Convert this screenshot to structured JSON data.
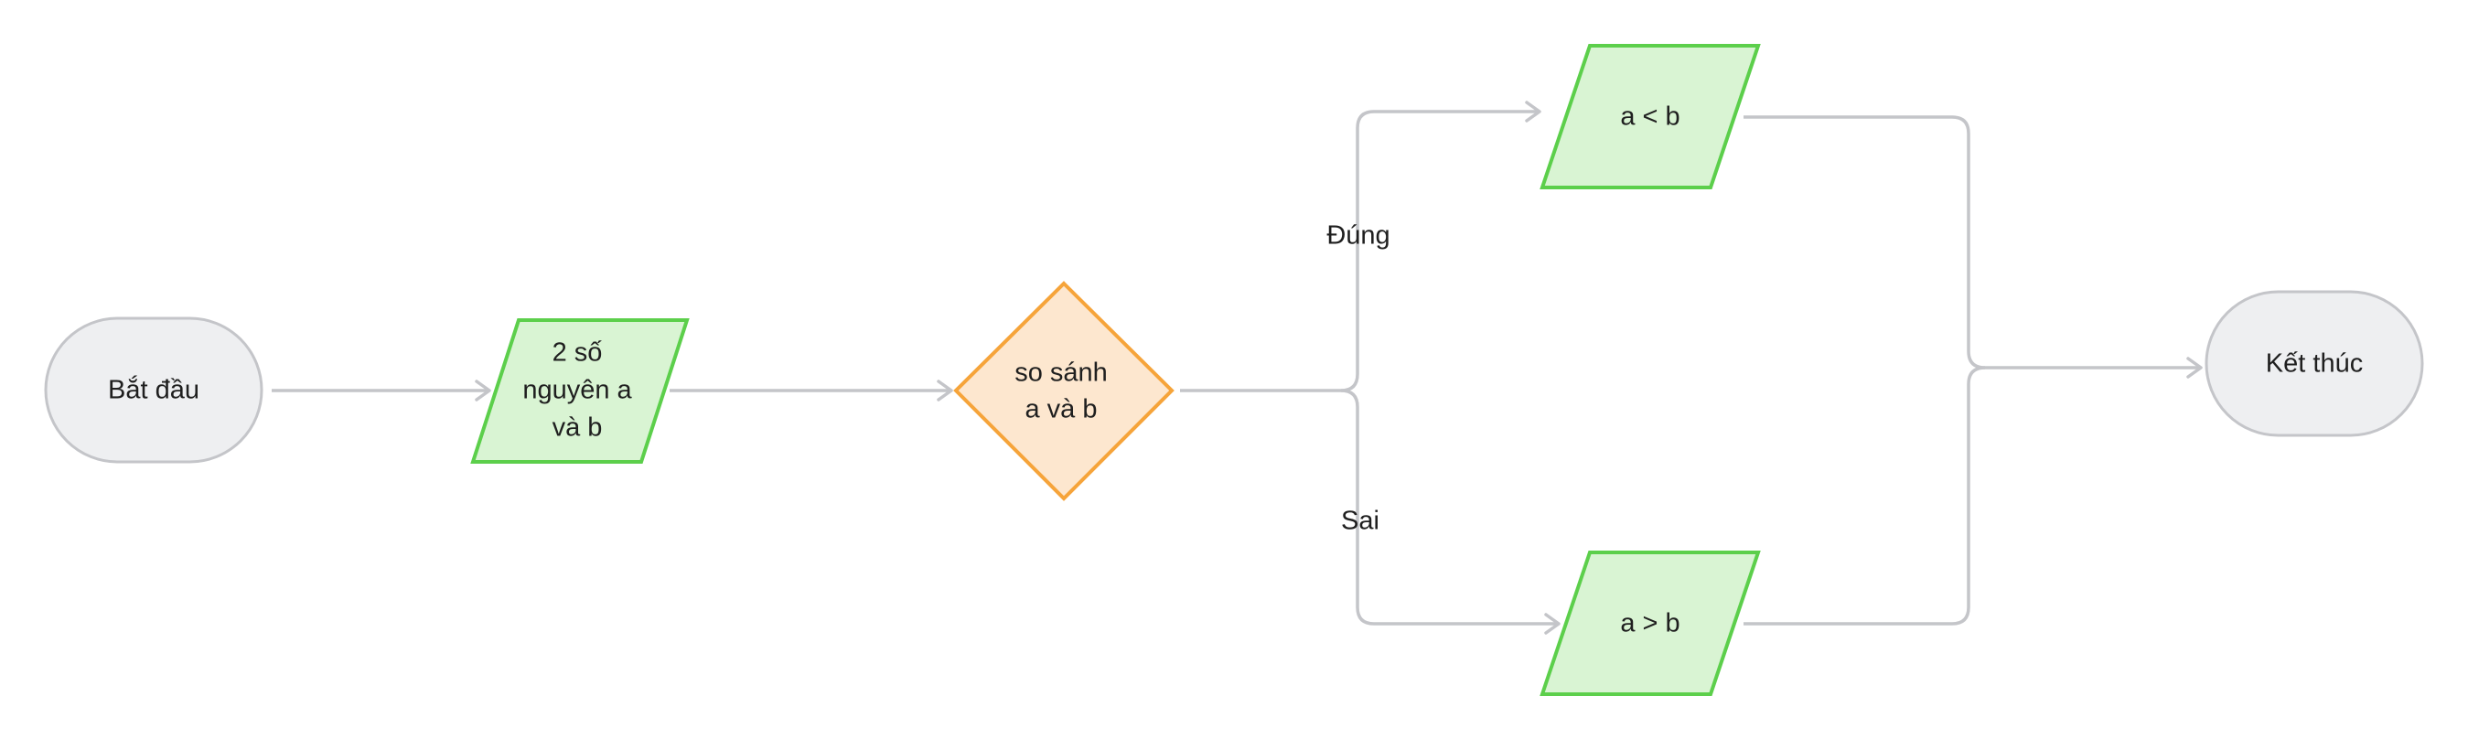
{
  "nodes": {
    "start": {
      "label": "Bắt đầu"
    },
    "input": {
      "lines": [
        "2 số",
        "nguyên a",
        "và b"
      ]
    },
    "compare": {
      "lines": [
        "so sánh",
        "a và b"
      ]
    },
    "less": {
      "label": "a < b"
    },
    "greater": {
      "label": "a > b"
    },
    "end": {
      "label": "Kết thúc"
    }
  },
  "edges": {
    "true_label": "Đúng",
    "false_label": "Sai"
  },
  "colors": {
    "terminal_fill": "#eeeff1",
    "terminal_stroke": "#c4c5c9",
    "io_fill": "#d9f4d3",
    "io_stroke": "#5ccf4b",
    "decision_fill": "#fde7cf",
    "decision_stroke": "#f6a43a",
    "connector": "#c4c5c9"
  }
}
